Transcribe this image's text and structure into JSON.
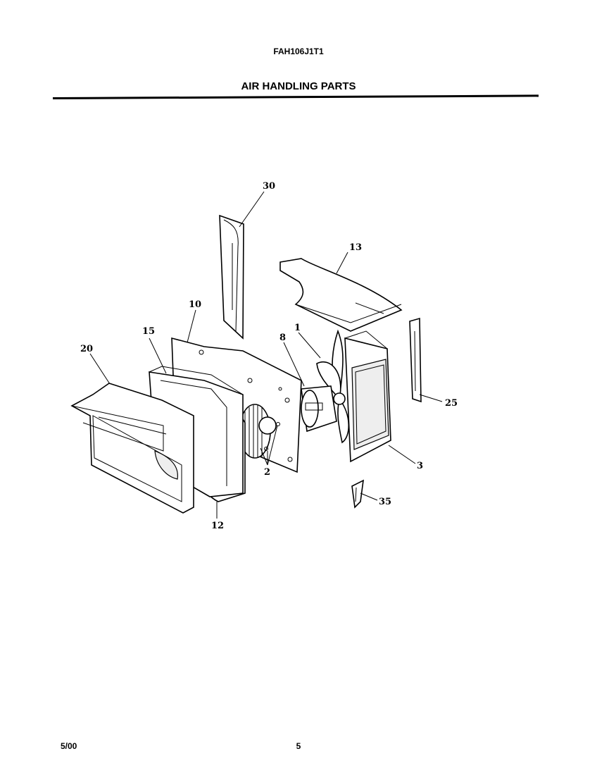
{
  "header": {
    "model": "FAH106J1T1",
    "title": "AIR HANDLING PARTS"
  },
  "footer": {
    "date": "5/00",
    "page": "5"
  },
  "callouts": {
    "c1": "1",
    "c2": "2",
    "c3": "3",
    "c8": "8",
    "c10": "10",
    "c12": "12",
    "c13": "13",
    "c15": "15",
    "c20": "20",
    "c25": "25",
    "c30": "30",
    "c35": "35"
  }
}
